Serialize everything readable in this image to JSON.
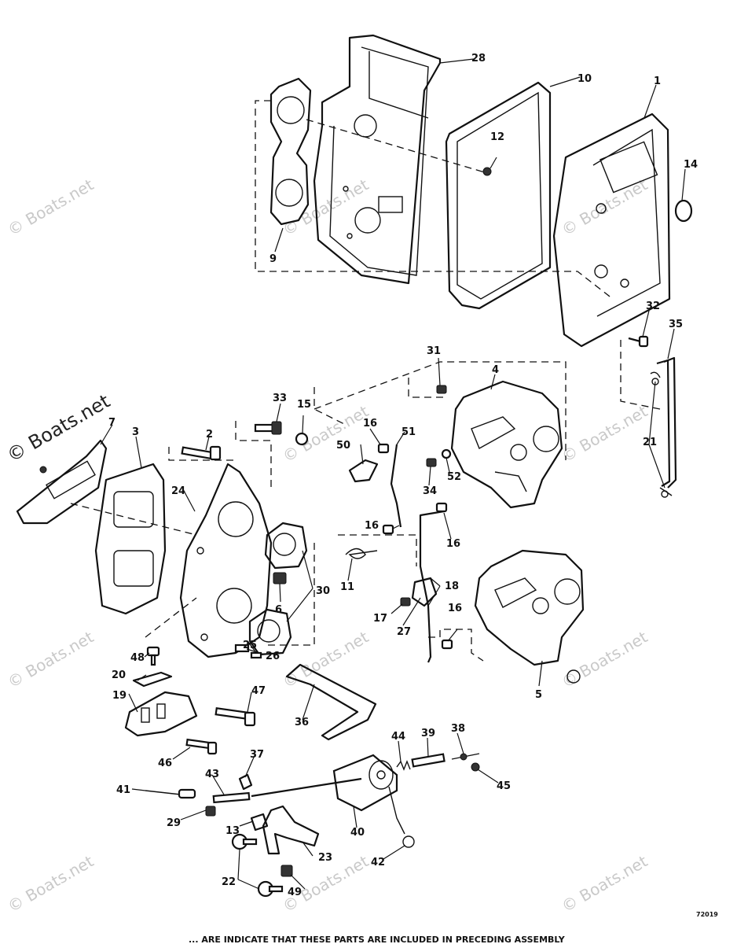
{
  "watermarks": {
    "text": "© Boats.net"
  },
  "diagram_code": "72019",
  "footer_note": "... ARE INDICATE THAT THESE PARTS ARE INCLUDED IN PRECEDING ASSEMBLY",
  "callouts": [
    {
      "id": "1",
      "label": "1"
    },
    {
      "id": "2",
      "label": "2"
    },
    {
      "id": "3",
      "label": "3"
    },
    {
      "id": "4",
      "label": "4"
    },
    {
      "id": "5",
      "label": "5"
    },
    {
      "id": "6",
      "label": "6"
    },
    {
      "id": "7",
      "label": "7"
    },
    {
      "id": "9",
      "label": "9"
    },
    {
      "id": "10",
      "label": "10"
    },
    {
      "id": "11",
      "label": "11"
    },
    {
      "id": "12",
      "label": "12"
    },
    {
      "id": "13",
      "label": "13"
    },
    {
      "id": "14",
      "label": "14"
    },
    {
      "id": "15",
      "label": "15"
    },
    {
      "id": "16a",
      "label": "16"
    },
    {
      "id": "16b",
      "label": "16"
    },
    {
      "id": "16c",
      "label": "16"
    },
    {
      "id": "16d",
      "label": "16"
    },
    {
      "id": "17",
      "label": "17"
    },
    {
      "id": "18",
      "label": "18"
    },
    {
      "id": "19",
      "label": "19"
    },
    {
      "id": "20",
      "label": "20"
    },
    {
      "id": "21",
      "label": "21"
    },
    {
      "id": "22",
      "label": "22"
    },
    {
      "id": "23",
      "label": "23"
    },
    {
      "id": "24",
      "label": "24"
    },
    {
      "id": "25",
      "label": "25"
    },
    {
      "id": "26",
      "label": "26"
    },
    {
      "id": "27",
      "label": "27"
    },
    {
      "id": "28",
      "label": "28"
    },
    {
      "id": "29",
      "label": "29"
    },
    {
      "id": "30",
      "label": "30"
    },
    {
      "id": "31",
      "label": "31"
    },
    {
      "id": "32",
      "label": "32"
    },
    {
      "id": "33",
      "label": "33"
    },
    {
      "id": "34",
      "label": "34"
    },
    {
      "id": "35",
      "label": "35"
    },
    {
      "id": "36",
      "label": "36"
    },
    {
      "id": "37",
      "label": "37"
    },
    {
      "id": "38",
      "label": "38"
    },
    {
      "id": "39",
      "label": "39"
    },
    {
      "id": "40",
      "label": "40"
    },
    {
      "id": "41",
      "label": "41"
    },
    {
      "id": "42",
      "label": "42"
    },
    {
      "id": "43",
      "label": "43"
    },
    {
      "id": "44",
      "label": "44"
    },
    {
      "id": "45",
      "label": "45"
    },
    {
      "id": "46",
      "label": "46"
    },
    {
      "id": "47",
      "label": "47"
    },
    {
      "id": "48",
      "label": "48"
    },
    {
      "id": "49",
      "label": "49"
    },
    {
      "id": "50",
      "label": "50"
    },
    {
      "id": "51",
      "label": "51"
    },
    {
      "id": "52",
      "label": "52"
    }
  ]
}
